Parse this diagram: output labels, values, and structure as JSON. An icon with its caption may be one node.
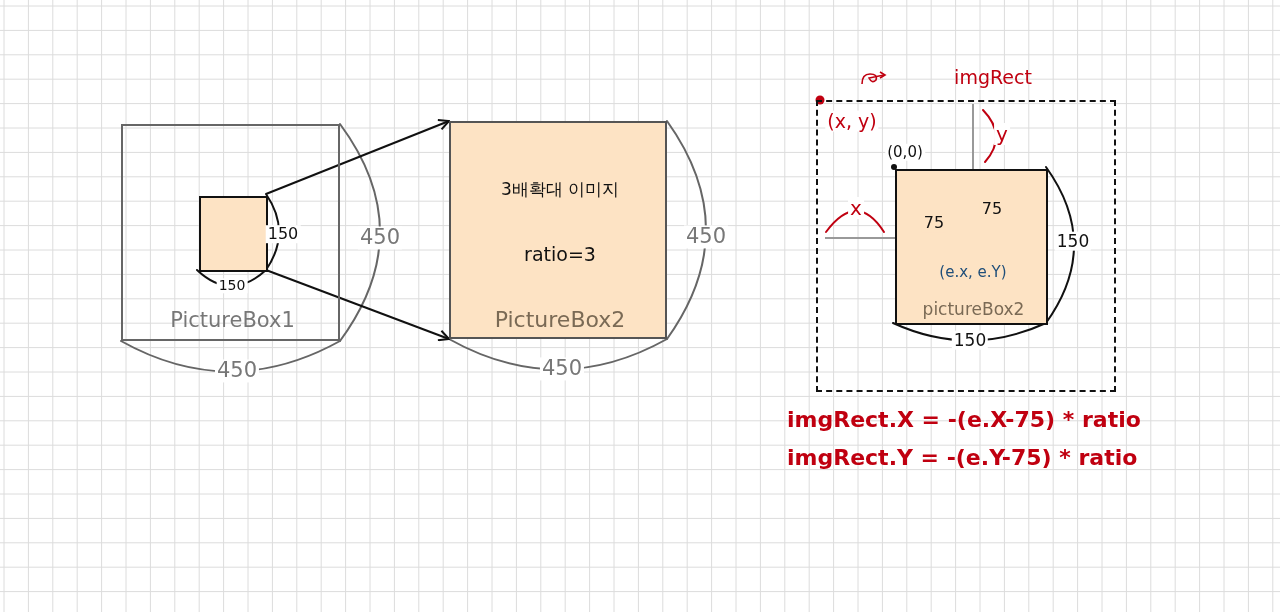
{
  "diagram": {
    "nodes": [
      {
        "text": [
          "PictureBox1"
        ]
      },
      {
        "text": [],
        "shape": "box",
        "in": 0
      },
      {
        "text": [
          "3배확대 이미지",
          "ratio=3",
          "PictureBox2"
        ]
      },
      {
        "text": [
          "imgRect"
        ]
      },
      {
        "text": [
          "pictureBox2"
        ],
        "in": 3
      }
    ],
    "edges": [
      {
        "from": 1,
        "to": 2,
        "arrow": "to"
      },
      {
        "from": 1,
        "to": 2,
        "arrow": "to"
      }
    ],
    "labels": [
      "(x, y)",
      "y",
      "(0,0)",
      "x",
      "75",
      "75",
      "150",
      "450",
      "450",
      "150",
      "(e.x, e.Y)",
      "150",
      "150",
      "450",
      "450",
      "imgRect.X = -(e.X-75) * ratio",
      "imgRect.Y = -(e.Y-75) * ratio"
    ]
  }
}
